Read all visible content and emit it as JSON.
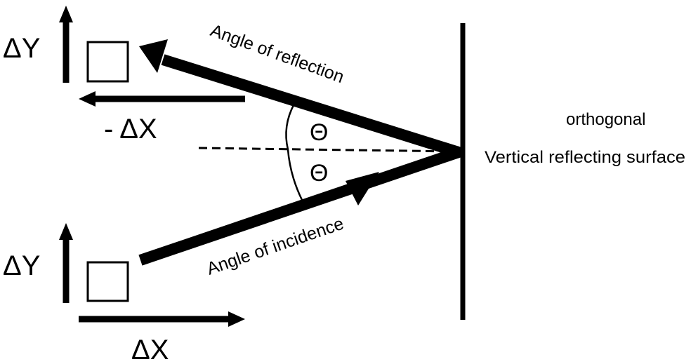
{
  "diagram": {
    "top_object": {
      "dy_label": "ΔY",
      "dx_label": "- ΔX"
    },
    "bottom_object": {
      "dy_label": "ΔY",
      "dx_label": "ΔX"
    },
    "reflected_ray_label": "Angle of reflection",
    "incident_ray_label": "Angle of incidence",
    "upper_angle_symbol": "Θ",
    "lower_angle_symbol": "Θ",
    "surface_label_top": "orthogonal",
    "surface_label_bottom": "Vertical reflecting surface",
    "colors": {
      "ink": "#000000",
      "background": "#ffffff"
    }
  }
}
